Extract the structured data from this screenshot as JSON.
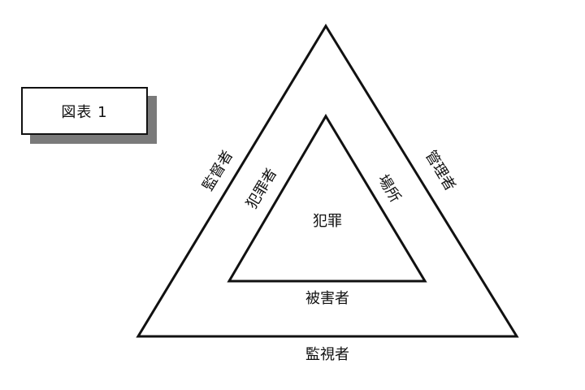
{
  "figure_caption": "図表 1",
  "diagram": {
    "center_label": "犯罪",
    "inner_triangle": {
      "left_side": "犯罪者",
      "right_side": "場所",
      "bottom_side": "被害者"
    },
    "outer_triangle": {
      "left_side": "監督者",
      "right_side": "管理者",
      "bottom_side": "監視者"
    }
  }
}
